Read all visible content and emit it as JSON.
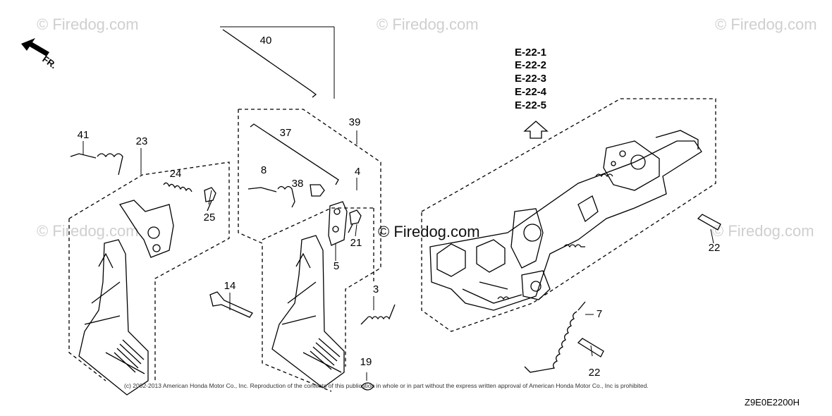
{
  "diagram": {
    "direction_label": "FR.",
    "reference_pages": [
      "E-22-1",
      "E-22-2",
      "E-22-3",
      "E-22-4",
      "E-22-5"
    ],
    "part_numbers": [
      "40",
      "39",
      "37",
      "41",
      "23",
      "8",
      "38",
      "4",
      "24",
      "25",
      "21",
      "5",
      "22",
      "14",
      "3",
      "7",
      "22",
      "19"
    ],
    "center_mark": "© Firedog.com",
    "watermark": "© Firedog.com",
    "diagram_code": "Z9E0E2200H",
    "copyright": "(c) 2002-2013 American Honda Motor Co., Inc. Reproduction of the contents of this publication in whole or in part without the express written approval of American Honda Motor Co., Inc is prohibited."
  },
  "colors": {
    "line": "#000000",
    "watermark": "#cfcfcf",
    "background": "#ffffff"
  }
}
